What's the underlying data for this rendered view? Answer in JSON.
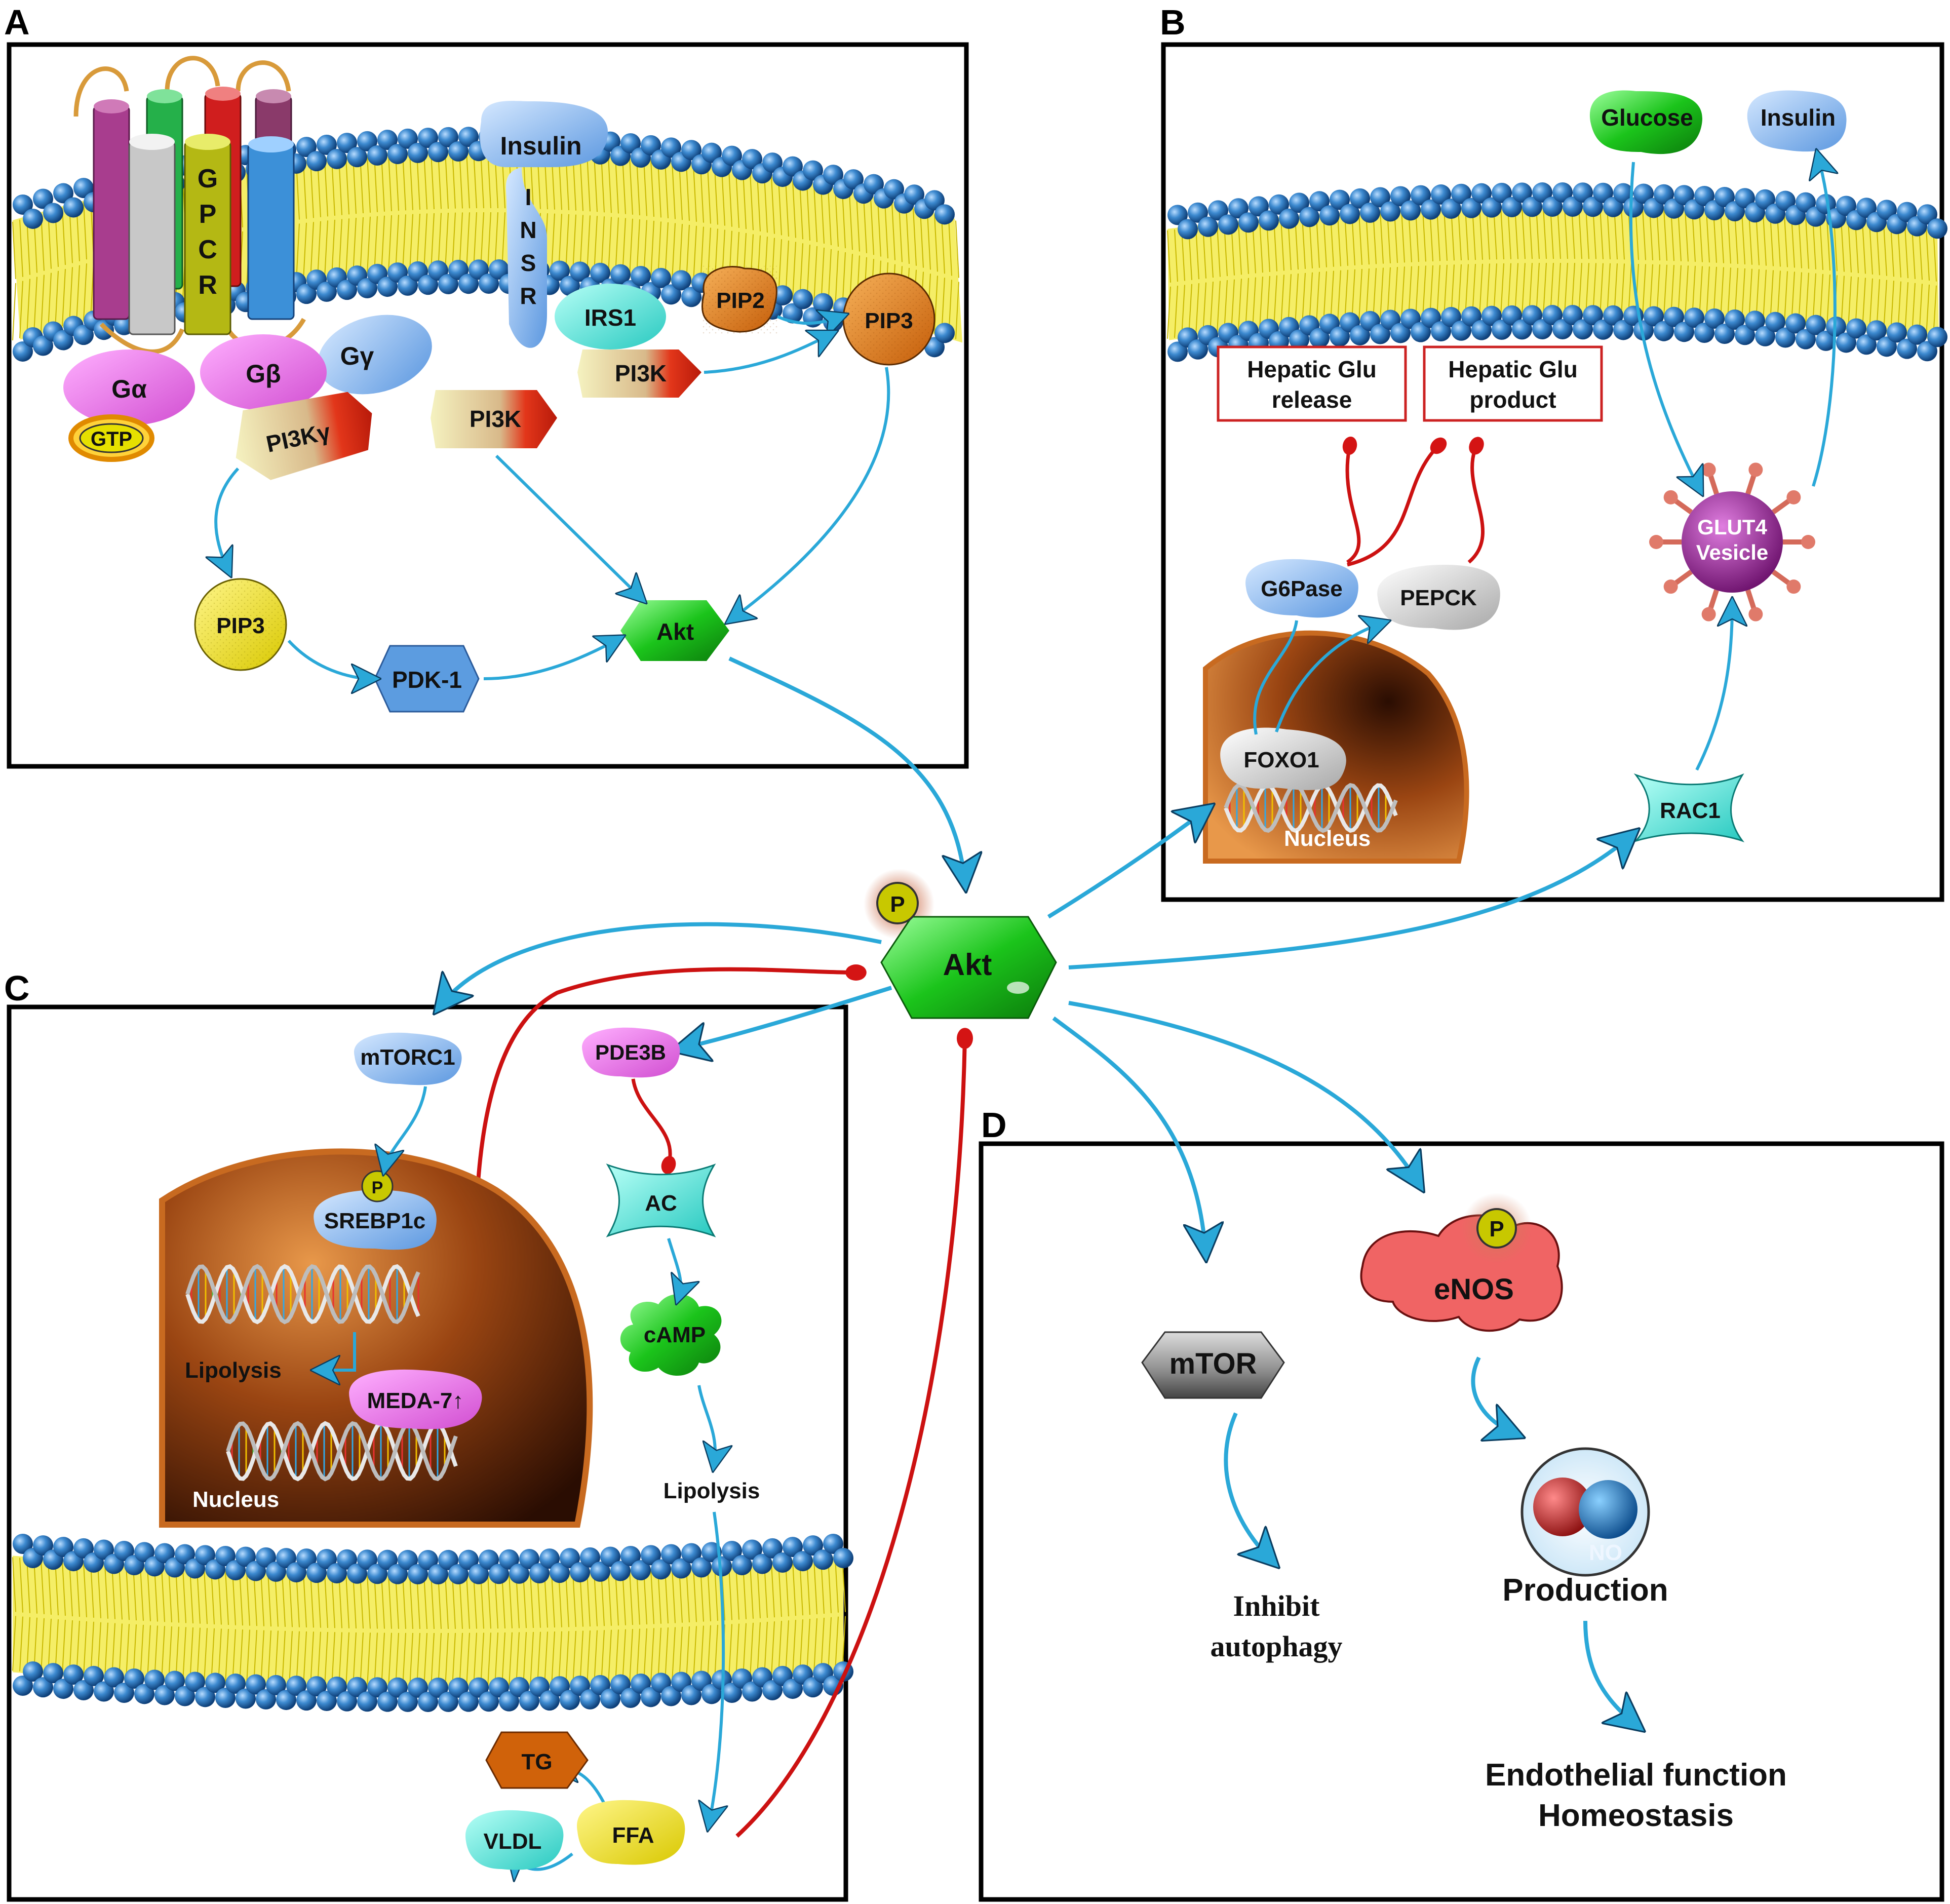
{
  "panels": {
    "a": "A",
    "b": "B",
    "c": "C",
    "d": "D"
  },
  "panel_a": {
    "gpcr": [
      "G",
      "P",
      "C",
      "R"
    ],
    "g_alpha": "Gα",
    "g_beta": "Gβ",
    "g_gamma": "Gγ",
    "gtp": "GTP",
    "pi3k_gamma": "PI3Kγ",
    "insulin": "Insulin",
    "insr": [
      "I",
      "N",
      "S",
      "R"
    ],
    "irs1": "IRS1",
    "pi3k_membrane": "PI3K",
    "pi3k_free": "PI3K",
    "pip2": "PIP2",
    "pip3_orange": "PIP3",
    "pip3_yellow": "PIP3",
    "pdk1": "PDK-1",
    "akt": "Akt"
  },
  "panel_b": {
    "glucose": "Glucose",
    "insulin": "Insulin",
    "box_release": [
      "Hepatic Glu",
      "release"
    ],
    "box_product": [
      "Hepatic Glu",
      "product"
    ],
    "g6pase": "G6Pase",
    "pepck": "PEPCK",
    "glut4": [
      "GLUT4",
      "Vesicle"
    ],
    "foxo1": "FOXO1",
    "nucleus": "Nucleus",
    "rac1": "RAC1"
  },
  "center": {
    "akt": "Akt",
    "p": "P"
  },
  "panel_c": {
    "mtorc1": "mTORC1",
    "p": "P",
    "srebp1c": "SREBP1c",
    "lipolysis_nucleus": "Lipolysis",
    "meda7": "MEDA-7↑",
    "nucleus": "Nucleus",
    "pde3b": "PDE3B",
    "ac": "AC",
    "camp": "cAMP",
    "lipolysis": "Lipolysis",
    "tg": "TG",
    "vldl": "VLDL",
    "ffa": "FFA"
  },
  "panel_d": {
    "mtor": "mTOR",
    "inhibit": [
      "Inhibit",
      "autophagy"
    ],
    "p": "P",
    "enos": "eNOS",
    "no": "NO",
    "production": "Production",
    "endothelial": [
      "Endothelial function",
      "Homeostasis"
    ]
  },
  "colors": {
    "arrow_blue": "#2aa8d8",
    "inhibit_red": "#cc1111",
    "akt_green": "#22cc22",
    "membrane_blue": "#2f78b8",
    "membrane_yellow": "#f5ee66"
  }
}
